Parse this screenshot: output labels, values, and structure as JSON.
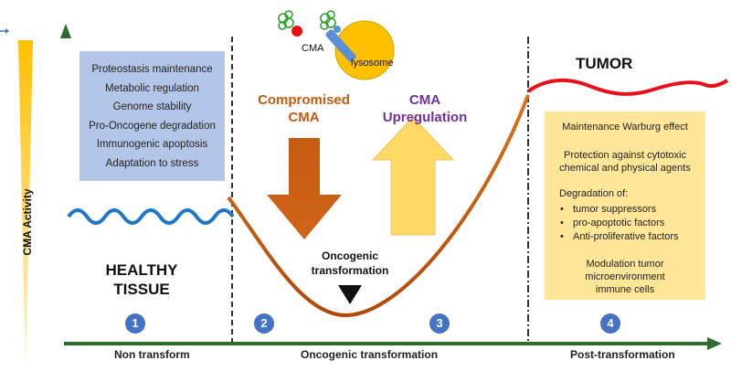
{
  "ylabel": "CMA Activity",
  "stage_labels": {
    "healthy_line1": "HEALTHY",
    "healthy_line2": "TISSUE",
    "tumor": "TUMOR",
    "compromised_line1": "Compromised",
    "compromised_line2": "CMA",
    "upregulation_line1": "CMA",
    "upregulation_line2": "Upregulation",
    "oncogenic_line1": "Oncogenic",
    "oncogenic_line2": "transformation"
  },
  "lysosome_label": "lysosome",
  "cma_label": "CMA",
  "healthy_functions": [
    "Proteostasis maintenance",
    "Metabolic regulation",
    "Genome stability",
    "Pro-Oncogene degradation",
    "Immunogenic apoptosis",
    "Adaptation to stress"
  ],
  "tumor_functions": {
    "warburg": "Maintenance Warburg effect",
    "protection_line1": "Protection against cytotoxic",
    "protection_line2": "chemical and physical agents",
    "degradation_title": "Degradation of:",
    "degradation_items": [
      "tumor suppressors",
      "pro-apoptotic factors",
      "Anti-proliferative factors"
    ],
    "modulation_line1": "Modulation tumor",
    "modulation_line2": "microenvironment",
    "modulation_line3": "immune cells"
  },
  "phase_numbers": [
    "1",
    "2",
    "3",
    "4"
  ],
  "x_labels": [
    "Non transform",
    "Oncogenic transformation",
    "Post-transformation"
  ],
  "colors": {
    "healthy_wave": "#1f78c8",
    "tumor_wave": "#e8111b",
    "u_curve": "#c55a11",
    "down_arrow": "#c55a11",
    "up_arrow": "#ffd966",
    "compromised_text": "#c55a11",
    "upregulation_text": "#7030a0",
    "axis_green": "#2e6b2e",
    "badge": "#4472c4"
  }
}
